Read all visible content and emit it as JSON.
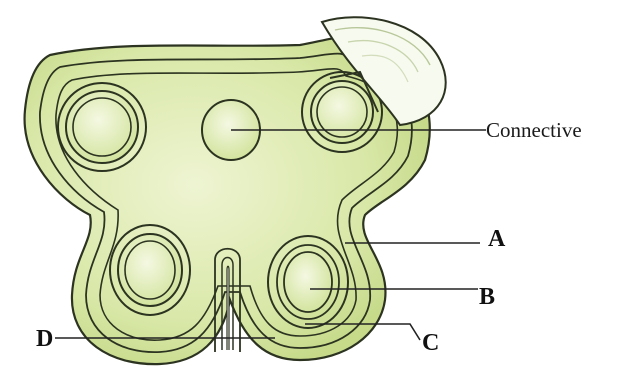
{
  "diagram": {
    "labels": {
      "connective": "Connective",
      "a": "A",
      "b": "B",
      "c": "C",
      "d": "D"
    },
    "colors": {
      "tissue_fill": "#cfe29c",
      "tissue_light": "#e7f0c4",
      "outline": "#2c3320",
      "leader": "#222222"
    }
  }
}
